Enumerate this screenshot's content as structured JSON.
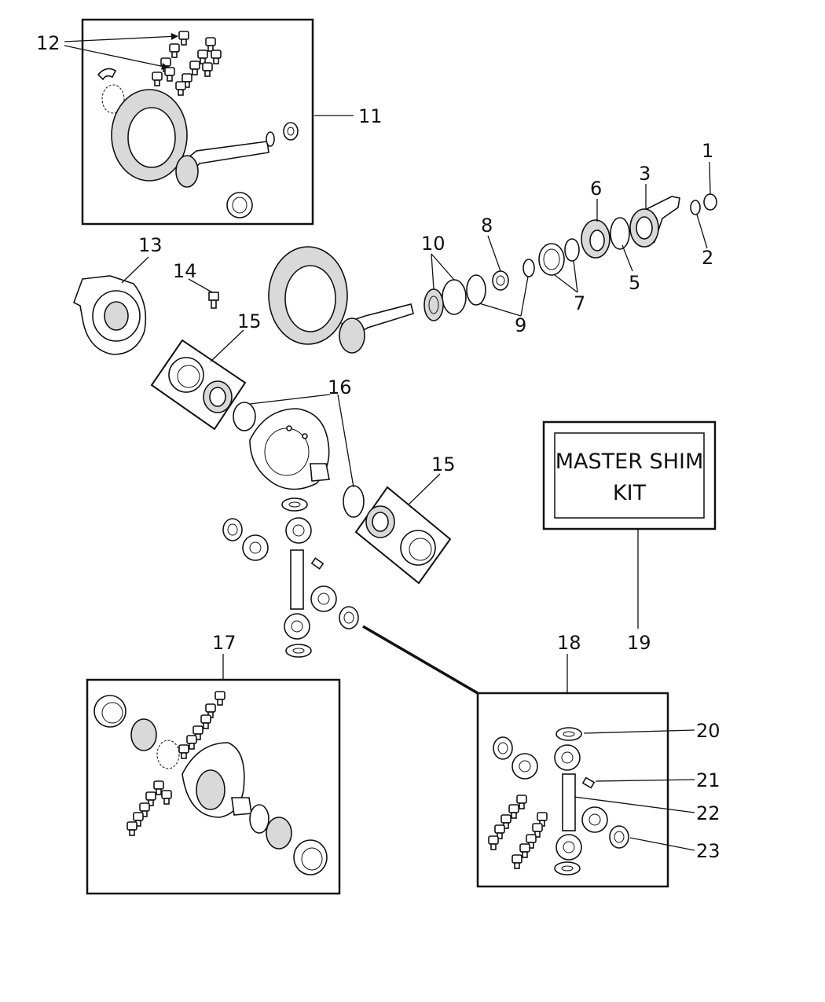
{
  "callouts": {
    "c1": "1",
    "c2": "2",
    "c3": "3",
    "c5": "5",
    "c6": "6",
    "c7": "7",
    "c8": "8",
    "c9": "9",
    "c10": "10",
    "c11": "11",
    "c12": "12",
    "c13": "13",
    "c14": "14",
    "c15a": "15",
    "c15b": "15",
    "c16": "16",
    "c17": "17",
    "c18": "18",
    "c19": "19",
    "c20": "20",
    "c21": "21",
    "c22": "22",
    "c23": "23"
  },
  "shim_kit": {
    "line1": "MASTER  SHIM",
    "line2": "KIT"
  }
}
